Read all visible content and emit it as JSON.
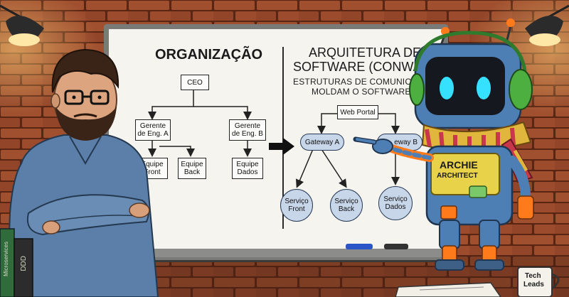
{
  "board": {
    "left_title": "ORGANIZAÇÃO",
    "right_title_line1": "ARQUITETURA DE",
    "right_title_line2": "SOFTWARE (CONWAY)",
    "subtitle_line1": "ESTRUTURAS DE COMUNICAÇÃO",
    "subtitle_line2": "MOLDAM O SOFTWARE"
  },
  "org_chart": {
    "ceo": "CEO",
    "manager_a_line1": "Gerente",
    "manager_a_line2": "de Eng. A",
    "manager_b_line1": "Gerente",
    "manager_b_line2": "de Eng. B",
    "team_front_line1": "Equipe",
    "team_front_line2": "Front",
    "team_back_line1": "Equipe",
    "team_back_line2": "Back",
    "team_data_line1": "Equipe",
    "team_data_line2": "Dados"
  },
  "architecture": {
    "web_portal": "Web Portal",
    "gateway_a": "Gateway A",
    "gateway_b": "eway B",
    "service_front_line1": "Serviço",
    "service_front_line2": "Front",
    "service_back_line1": "Serviço",
    "service_back_line2": "Back",
    "service_data_line1": "Serviço",
    "service_data_line2": "Dados"
  },
  "robot": {
    "badge_line1": "ARCHIE",
    "badge_line2": "ARCHITECT"
  },
  "books": {
    "spine1": "Microservices",
    "spine2": "DDD"
  },
  "mug": {
    "line1": "Tech",
    "line2": "Leads"
  },
  "colors": {
    "brick": "#9a4a2c",
    "mortar": "#5a2614",
    "board": "#f6f4ef",
    "node_fill": "#c8d6ea",
    "robot_blue": "#4d7fb5",
    "eye_cyan": "#36e0ff",
    "headphone_green": "#4caf3f"
  }
}
